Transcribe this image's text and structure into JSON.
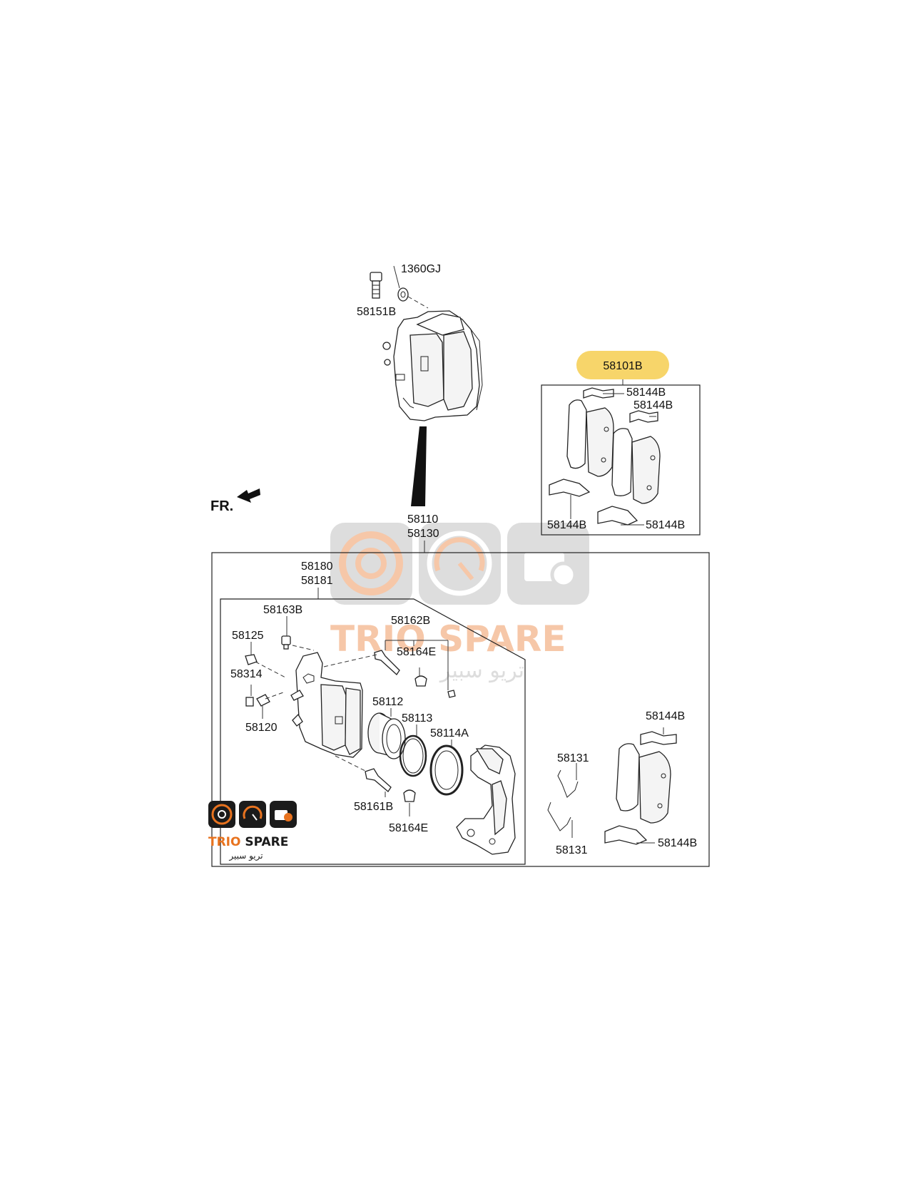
{
  "direction_label": "FR.",
  "labels": {
    "l_1360GJ": "1360GJ",
    "l_58151B": "58151B",
    "l_58101B": "58101B",
    "l_58144B_a": "58144B",
    "l_58144B_b": "58144B",
    "l_58144B_c": "58144B",
    "l_58144B_d": "58144B",
    "l_58110": "58110",
    "l_58130": "58130",
    "l_58180": "58180",
    "l_58181": "58181",
    "l_58163B": "58163B",
    "l_58125": "58125",
    "l_58162B": "58162B",
    "l_58164E_a": "58164E",
    "l_58314": "58314",
    "l_58112": "58112",
    "l_58113": "58113",
    "l_58114A": "58114A",
    "l_58120": "58120",
    "l_58161B": "58161B",
    "l_58164E_b": "58164E",
    "l_58131_a": "58131",
    "l_58131_b": "58131",
    "l_58144B_e": "58144B",
    "l_58144B_f": "58144B"
  },
  "highlighted_part": "58101B",
  "watermark": {
    "brand": "TRIO SPARE",
    "arabic": "تريو سبير"
  },
  "logo": {
    "brand": "TRIO SPARE",
    "arabic": "تريو سبير"
  },
  "colors": {
    "highlight": "#f7d56a",
    "watermark_orange": "#f3b58c",
    "watermark_gray": "#d2d2d2",
    "logo_orange": "#e8731f",
    "logo_dark": "#1b1b1b"
  }
}
